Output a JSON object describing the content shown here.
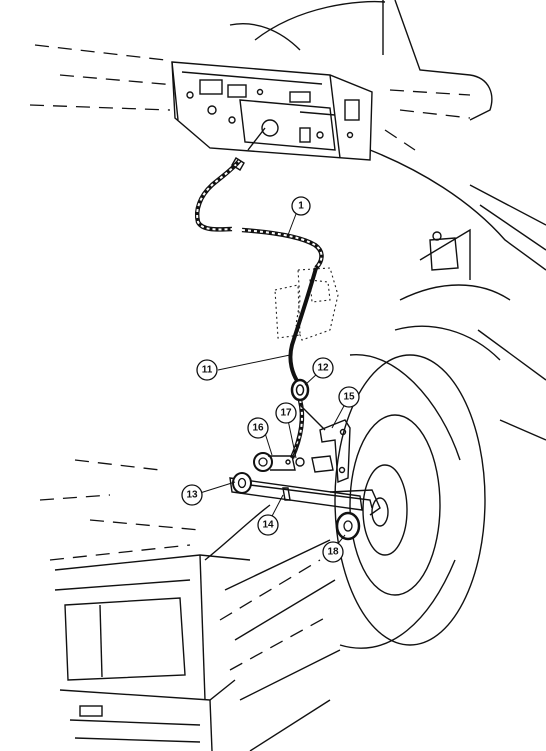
{
  "diagram": {
    "callouts": [
      {
        "id": "c1",
        "label": "1"
      },
      {
        "id": "c11",
        "label": "11"
      },
      {
        "id": "c12",
        "label": "12"
      },
      {
        "id": "c13",
        "label": "13"
      },
      {
        "id": "c14",
        "label": "14"
      },
      {
        "id": "c15",
        "label": "15"
      },
      {
        "id": "c16",
        "label": "16"
      },
      {
        "id": "c17",
        "label": "17"
      },
      {
        "id": "c18",
        "label": "18"
      }
    ]
  },
  "colors": {
    "ink": "#111111",
    "paper": "#ffffff"
  }
}
